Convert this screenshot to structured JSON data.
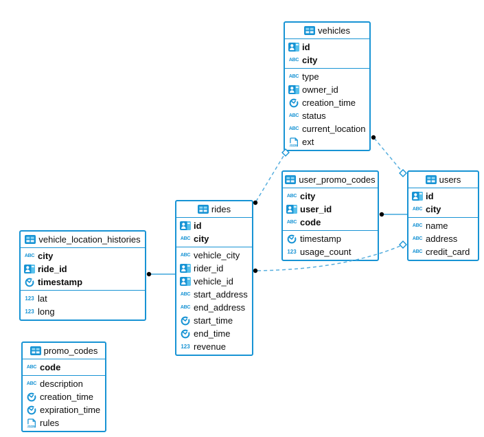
{
  "diagram": {
    "kind": "entity-relationship-diagram",
    "colors": {
      "accent": "#1793d4",
      "dashed_line": "#56aede",
      "icon_light": "#8ed6f3",
      "background": "#ffffff",
      "text": "#0c0c0c"
    },
    "tables": [
      {
        "name": "vehicles",
        "keys": [
          {
            "label": "id",
            "type": "id"
          },
          {
            "label": "city",
            "type": "text"
          }
        ],
        "fields": [
          {
            "label": "type",
            "type": "text"
          },
          {
            "label": "owner_id",
            "type": "id"
          },
          {
            "label": "creation_time",
            "type": "time"
          },
          {
            "label": "status",
            "type": "text"
          },
          {
            "label": "current_location",
            "type": "text"
          },
          {
            "label": "ext",
            "type": "json"
          }
        ]
      },
      {
        "name": "user_promo_codes",
        "keys": [
          {
            "label": "city",
            "type": "text"
          },
          {
            "label": "user_id",
            "type": "id"
          },
          {
            "label": "code",
            "type": "text"
          }
        ],
        "fields": [
          {
            "label": "timestamp",
            "type": "time"
          },
          {
            "label": "usage_count",
            "type": "number"
          }
        ]
      },
      {
        "name": "users",
        "keys": [
          {
            "label": "id",
            "type": "id"
          },
          {
            "label": "city",
            "type": "text"
          }
        ],
        "fields": [
          {
            "label": "name",
            "type": "text"
          },
          {
            "label": "address",
            "type": "text"
          },
          {
            "label": "credit_card",
            "type": "text"
          }
        ]
      },
      {
        "name": "rides",
        "keys": [
          {
            "label": "id",
            "type": "id"
          },
          {
            "label": "city",
            "type": "text"
          }
        ],
        "fields": [
          {
            "label": "vehicle_city",
            "type": "text"
          },
          {
            "label": "rider_id",
            "type": "id"
          },
          {
            "label": "vehicle_id",
            "type": "id"
          },
          {
            "label": "start_address",
            "type": "text"
          },
          {
            "label": "end_address",
            "type": "text"
          },
          {
            "label": "start_time",
            "type": "time"
          },
          {
            "label": "end_time",
            "type": "time"
          },
          {
            "label": "revenue",
            "type": "number"
          }
        ]
      },
      {
        "name": "vehicle_location_histories",
        "keys": [
          {
            "label": "city",
            "type": "text"
          },
          {
            "label": "ride_id",
            "type": "id"
          },
          {
            "label": "timestamp",
            "type": "time"
          }
        ],
        "fields": [
          {
            "label": "lat",
            "type": "number"
          },
          {
            "label": "long",
            "type": "number"
          }
        ]
      },
      {
        "name": "promo_codes",
        "keys": [
          {
            "label": "code",
            "type": "text"
          }
        ],
        "fields": [
          {
            "label": "description",
            "type": "text"
          },
          {
            "label": "creation_time",
            "type": "time"
          },
          {
            "label": "expiration_time",
            "type": "time"
          },
          {
            "label": "rules",
            "type": "json"
          }
        ]
      }
    ],
    "connections": [
      {
        "from": "vehicle_location_histories",
        "to": "rides",
        "style": "solid",
        "from_marker": "dot"
      },
      {
        "from": "user_promo_codes",
        "to": "users",
        "style": "solid",
        "from_marker": "dot"
      },
      {
        "from": "rides",
        "to": "vehicles",
        "style": "dashed",
        "from_marker": "dot",
        "to_marker": "diamond"
      },
      {
        "from": "vehicles",
        "to": "users",
        "style": "dashed",
        "from_marker": "dot",
        "to_marker": "diamond"
      },
      {
        "from": "rides",
        "to": "users",
        "style": "dashed",
        "from_marker": "dot",
        "to_marker": "diamond"
      }
    ]
  }
}
